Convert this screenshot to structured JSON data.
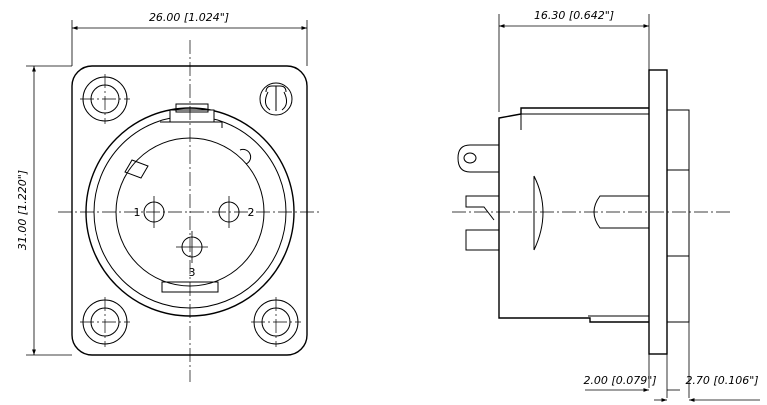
{
  "front_view": {
    "width_dim": "26.00 [1.024\"]",
    "height_dim": "31.00 [1.220\"]",
    "pin_labels": [
      "1",
      "2",
      "3"
    ]
  },
  "side_view": {
    "depth_dim": "16.30 [0.642\"]",
    "flange_dim": "2.00 [0.079\"]",
    "panel_dim": "2.70 [0.106\"]"
  }
}
